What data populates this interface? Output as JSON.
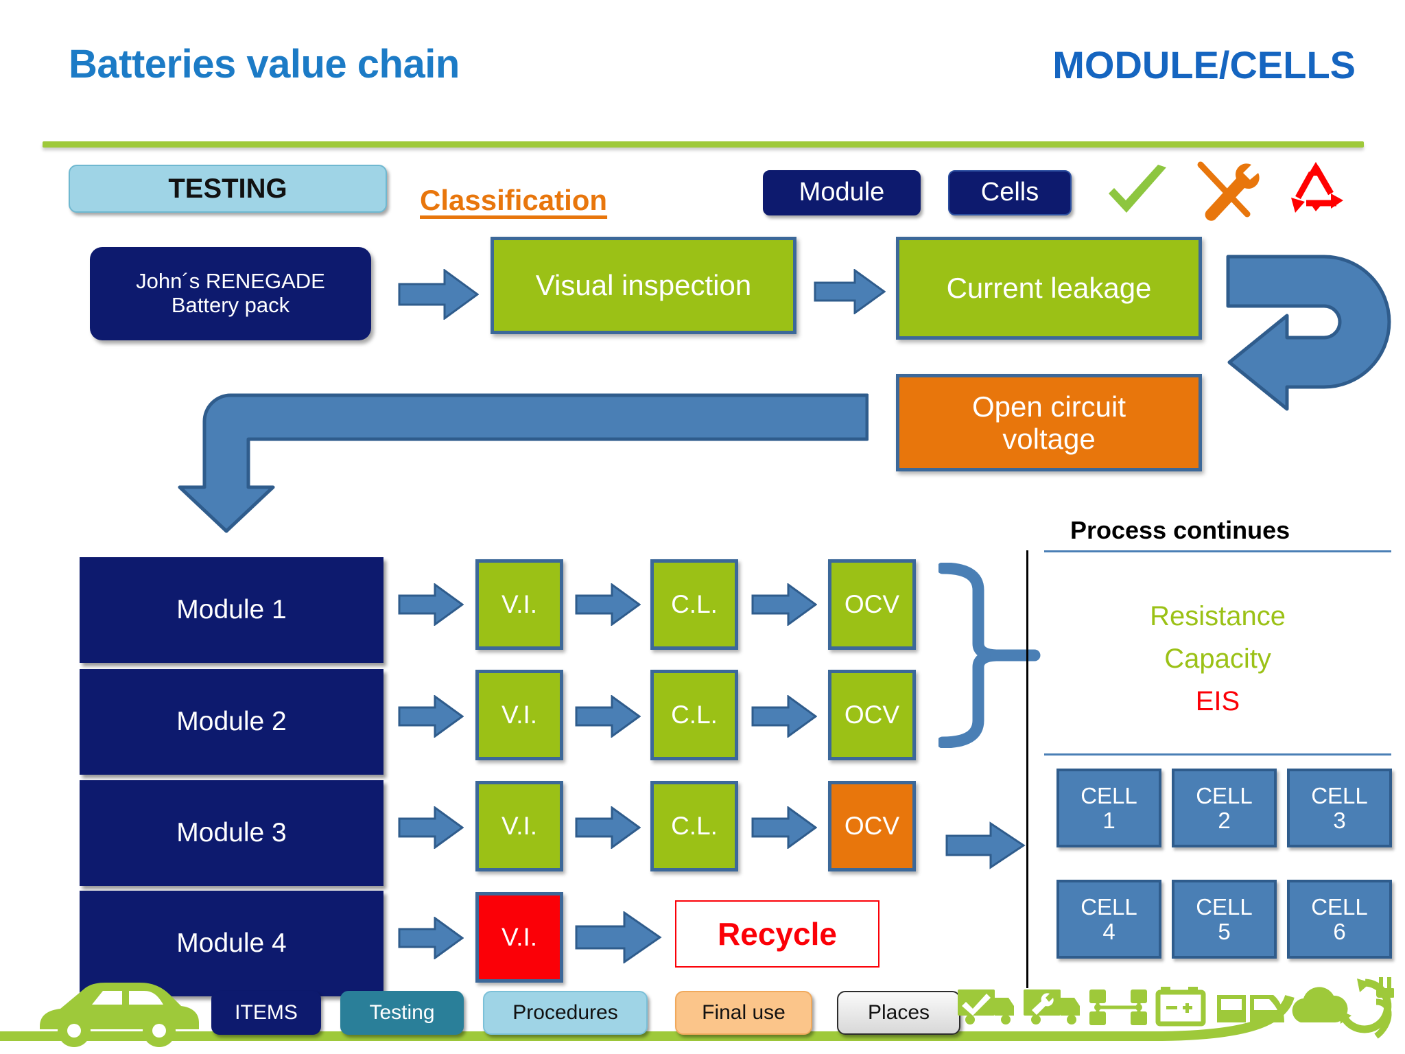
{
  "header": {
    "title_left": "Batteries value chain",
    "title_right": "MODULE/CELLS",
    "rule_color": "#9ec93a"
  },
  "top_section": {
    "testing_label": "TESTING",
    "classification_label": "Classification",
    "module_badge": "Module",
    "cells_badge": "Cells",
    "icons": [
      "check-icon",
      "tools-icon",
      "recycle-icon"
    ]
  },
  "top_flow": {
    "pack_line1": "John´s RENEGADE",
    "pack_line2": "Battery pack",
    "visual_inspection": "Visual inspection",
    "current_leakage": "Current leakage",
    "ocv_line1": "Open circuit",
    "ocv_line2": "voltage"
  },
  "modules": [
    {
      "label": "Module 1",
      "steps": [
        {
          "label": "V.I.",
          "state": "pass"
        },
        {
          "label": "C.L.",
          "state": "pass"
        },
        {
          "label": "OCV",
          "state": "pass"
        }
      ]
    },
    {
      "label": "Module 2",
      "steps": [
        {
          "label": "V.I.",
          "state": "pass"
        },
        {
          "label": "C.L.",
          "state": "pass"
        },
        {
          "label": "OCV",
          "state": "pass"
        }
      ]
    },
    {
      "label": "Module 3",
      "steps": [
        {
          "label": "V.I.",
          "state": "pass"
        },
        {
          "label": "C.L.",
          "state": "pass"
        },
        {
          "label": "OCV",
          "state": "warn"
        }
      ]
    },
    {
      "label": "Module 4",
      "steps": [
        {
          "label": "V.I.",
          "state": "fail"
        }
      ]
    }
  ],
  "recycle_label": "Recycle",
  "right_panel": {
    "title": "Process continues",
    "metrics": [
      {
        "label": "Resistance",
        "color": "#9bc116"
      },
      {
        "label": "Capacity",
        "color": "#9bc116"
      },
      {
        "label": "EIS",
        "color": "#FB0007"
      }
    ],
    "cells": [
      {
        "word": "CELL",
        "num": "1"
      },
      {
        "word": "CELL",
        "num": "2"
      },
      {
        "word": "CELL",
        "num": "3"
      },
      {
        "word": "CELL",
        "num": "4"
      },
      {
        "word": "CELL",
        "num": "5"
      },
      {
        "word": "CELL",
        "num": "6"
      }
    ]
  },
  "legend": {
    "items": "ITEMS",
    "testing": "Testing",
    "procedures": "Procedures",
    "final_use": "Final use",
    "places": "Places"
  },
  "footer_icons": [
    "truck-check-icon",
    "truck-repair-icon",
    "network-icon",
    "battery-icon",
    "car-doors-icon",
    "cloud-icon",
    "recycle-plug-icon"
  ],
  "colors": {
    "brand_blue": "#1c7bc6",
    "navy": "#0d1a6e",
    "green": "#9bc116",
    "orange": "#E8760C",
    "red": "#FB0007",
    "steel": "#4a7fb5",
    "steel_border": "#3c6899",
    "light_blue": "#9fd4e6"
  }
}
